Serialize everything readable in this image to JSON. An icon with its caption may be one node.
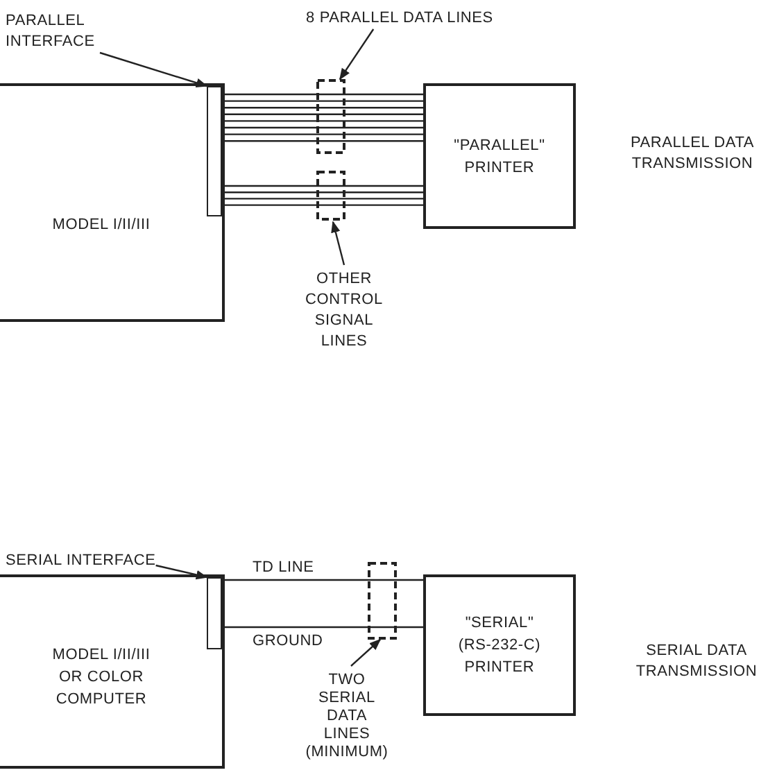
{
  "diagram": {
    "nodes": [
      {
        "text": [
          "PARALLEL INTERFACE"
        ]
      },
      {
        "text": [
          "8 PARALLEL DATA LINES"
        ]
      },
      {
        "text": [
          "MODEL I/II/III"
        ]
      },
      {
        "text": [],
        "shape": "bar",
        "in": 2
      },
      {
        "text": [
          "\"PARALLEL\" PRINTER"
        ]
      },
      {
        "text": [
          "OTHER CONTROL SIGNAL LINES"
        ]
      },
      {
        "text": [
          "SERIAL INTERFACE"
        ]
      },
      {
        "text": [
          "MODEL I/II/III OR COLOR COMPUTER"
        ]
      },
      {
        "text": [],
        "shape": "bar",
        "in": 7
      },
      {
        "text": [
          "\"SERIAL\" (RS-232-C) PRINTER"
        ]
      },
      {
        "text": [
          "TWO SERIAL DATA LINES (MINIMUM)"
        ]
      }
    ],
    "edges": [
      {
        "from": 0,
        "to": 3,
        "arrow": "to"
      },
      {
        "from": 1,
        "to": null,
        "arrow": "to"
      },
      {
        "from": 3,
        "to": 4,
        "arrow": "none"
      },
      {
        "from": 3,
        "to": 4,
        "arrow": "none"
      },
      {
        "from": 3,
        "to": 4,
        "arrow": "none"
      },
      {
        "from": 3,
        "to": 4,
        "arrow": "none"
      },
      {
        "from": 3,
        "to": 4,
        "arrow": "none"
      },
      {
        "from": 3,
        "to": 4,
        "arrow": "none"
      },
      {
        "from": 3,
        "to": 4,
        "arrow": "none"
      },
      {
        "from": 3,
        "to": 4,
        "arrow": "none"
      },
      {
        "from": 3,
        "to": 4,
        "arrow": "none"
      },
      {
        "from": 3,
        "to": 4,
        "arrow": "none"
      },
      {
        "from": 3,
        "to": 4,
        "arrow": "none"
      },
      {
        "from": 3,
        "to": 4,
        "arrow": "none"
      },
      {
        "from": 5,
        "to": null,
        "arrow": "to"
      },
      {
        "from": 6,
        "to": 8,
        "arrow": "to"
      },
      {
        "from": 8,
        "to": 9,
        "arrow": "none",
        "label": "TD LINE"
      },
      {
        "from": 8,
        "to": 9,
        "arrow": "none",
        "label": "GROUND"
      },
      {
        "from": 10,
        "to": null,
        "arrow": "to"
      }
    ],
    "labels": [
      "PARALLEL DATA TRANSMISSION",
      "SERIAL DATA TRANSMISSION"
    ]
  }
}
